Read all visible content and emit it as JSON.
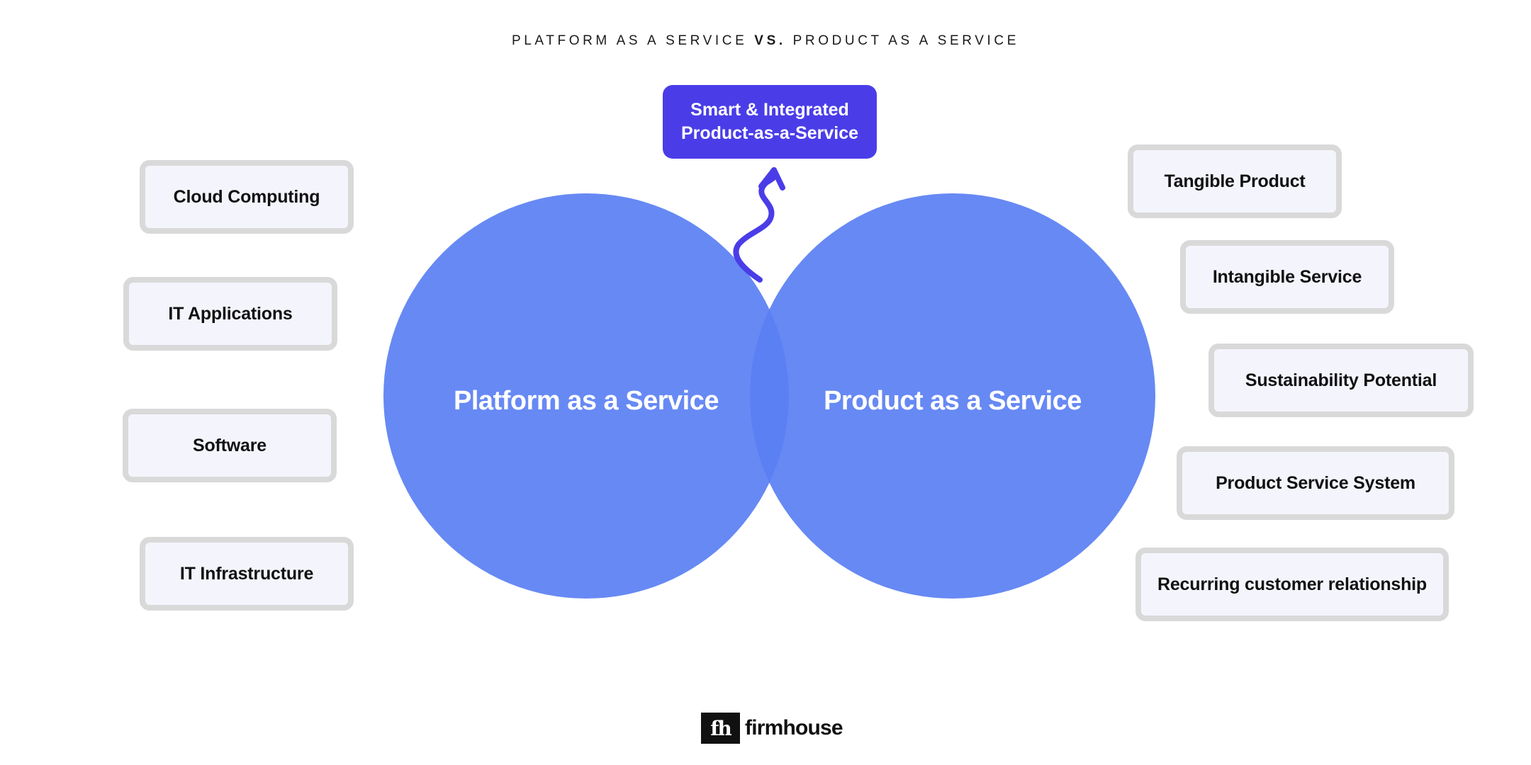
{
  "title": {
    "left": "PLATFORM AS A SERVICE",
    "vs": "VS.",
    "right": "PRODUCT AS A SERVICE"
  },
  "circles": {
    "left_label": "Platform as a Service",
    "right_label": "Product as a Service",
    "color": "#5a7ff3"
  },
  "highlight": {
    "line1": "Smart & Integrated",
    "line2": "Product-as-a-Service",
    "color": "#4a3de8"
  },
  "left_features": [
    "Cloud Computing",
    "IT Applications",
    "Software",
    "IT Infrastructure"
  ],
  "right_features": [
    "Tangible Product",
    "Intangible Service",
    "Sustainability Potential",
    "Product Service System",
    "Recurring customer relationship"
  ],
  "logo": {
    "mark": "fh",
    "word": "firmhouse"
  }
}
